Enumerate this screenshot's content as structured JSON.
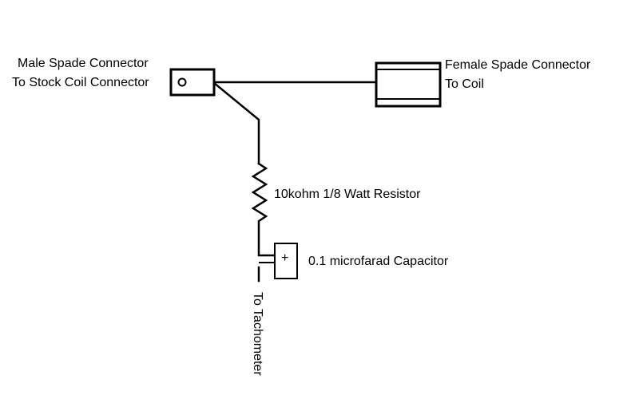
{
  "labels": {
    "male_line1": "Male Spade Connector",
    "male_line2": "To Stock Coil Connector",
    "female_line1": "Female Spade Connector",
    "female_line2": "To Coil",
    "resistor": "10kohm 1/8 Watt Resistor",
    "capacitor": "0.1 microfarad Capacitor",
    "capacitor_plus": "+",
    "tachometer": "To Tachometer"
  },
  "colors": {
    "ink": "#000000",
    "background": "#ffffff"
  }
}
